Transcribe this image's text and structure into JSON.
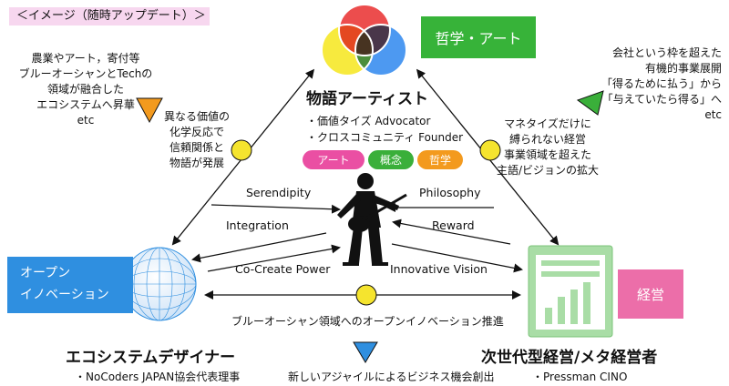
{
  "header": {
    "tag": "＜イメージ（随時アップデート）＞"
  },
  "top_node": {
    "box_label": "哲学・アート",
    "title": "物語アーティスト",
    "bullets": [
      "・価値タイズ Advocator",
      "・クロスコミュニティ Founder"
    ],
    "pills": [
      {
        "label": "アート",
        "color": "#ea4fa3"
      },
      {
        "label": "概念",
        "color": "#3aaf3a"
      },
      {
        "label": "哲学",
        "color": "#f39a1e"
      }
    ]
  },
  "left_node": {
    "box_label": [
      "オープン",
      "イノベーション"
    ],
    "title": "エコシステムデザイナー",
    "bullets": [
      "・NoCoders JAPAN協会代表理事"
    ]
  },
  "right_node": {
    "box_label": "経営",
    "title": "次世代型経営/メタ経営者",
    "bullets": [
      "・Pressman CINO"
    ]
  },
  "notes": {
    "top_left": [
      "農業やアート，寄付等",
      "ブルーオーシャンとTechの",
      "領域が融合した",
      "エコシステムへ昇華",
      "etc"
    ],
    "left_mid": [
      "異なる価値の",
      "化学反応で",
      "信頼関係と",
      "物語が発展"
    ],
    "top_right": [
      "会社という枠を超えた",
      "有機的事業展開",
      "「得るために払う」から",
      "「与えていたら得る」へ",
      "etc"
    ],
    "right_mid": [
      "マネタイズだけに",
      "縛られない経営",
      "事業領域を超えた",
      "主語/ビジョンの拡大"
    ],
    "bottom_center": "ブルーオーシャン領域へのオープンイノベーション推進",
    "bottom_partial": "新しいアジャイルによるビジネス機会創出"
  },
  "flows": {
    "serendipity": "Serendipity",
    "philosophy": "Philosophy",
    "integration": "Integration",
    "reward": "Reward",
    "co_create": "Co-Create Power",
    "innovative": "Innovative Vision"
  },
  "colors": {
    "triangle_orange": "#f39a1e",
    "triangle_green": "#3aaf3a",
    "triangle_blue": "#2f8fe0",
    "node_yellow": "#f5e42e",
    "venn_red": "#ea3a3a",
    "venn_yellow": "#f7e82a",
    "venn_blue": "#3a8ff0",
    "venn_purple": "#b95bd6"
  }
}
